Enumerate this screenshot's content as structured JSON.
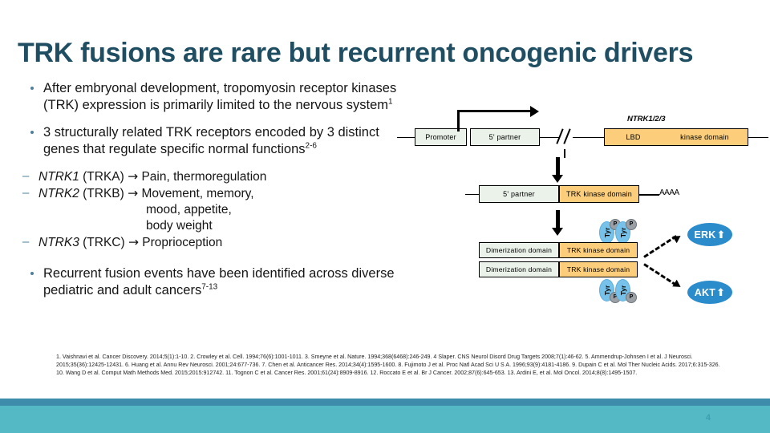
{
  "slide": {
    "title": "TRK fusions are rare but recurrent oncogenic drivers",
    "page_number": "4"
  },
  "colors": {
    "title": "#1F4E63",
    "bullet": "#4E7F9B",
    "box_green": "#EAF2EA",
    "box_orange": "#FCCE7C",
    "tyr_blue": "#77C2EA",
    "p_gray": "#9AA0A6",
    "pathway_blue": "#2B8CCB",
    "bar_dark": "#3D8CAB",
    "bar_light": "#54B9C5"
  },
  "body": {
    "bullet1": "After embryonal development, tropomyosin receptor kinases (TRK) expression is primarily limited to the nervous system",
    "bullet1_sup": "1",
    "bullet2": "3 structurally related TRK receptors encoded by 3 distinct genes that regulate specific normal functions",
    "bullet2_sup": "2-6",
    "sub_items": [
      {
        "gene": "NTRK1",
        "protein": "(TRKA)",
        "arrow": "→",
        "function": "Pain, thermoregulation"
      },
      {
        "gene": "NTRK2",
        "protein": "(TRKB)",
        "arrow": "→",
        "function": "Movement, memory,"
      },
      {
        "gene": "NTRK3",
        "protein": "(TRKC)",
        "arrow": "→",
        "function": "Proprioception"
      }
    ],
    "sub_continuation": [
      "mood, appetite,",
      "body weight"
    ],
    "bullet3": "Recurrent fusion events have been identified across diverse pediatric and adult cancers",
    "bullet3_sup": "7-13"
  },
  "diagram": {
    "gene_row": {
      "promoter": "Promoter",
      "five_prime_partner": "5' partner",
      "ntrk_label": "NTRK1/2/3",
      "lbd": "LBD",
      "kinase_domain": "kinase domain"
    },
    "transcript_row": {
      "five_prime_partner": "5' partner",
      "trk_kinase_domain": "TRK kinase domain",
      "polya": "AAAA"
    },
    "protein_rows": [
      {
        "dimerization": "Dimerization domain",
        "kinase": "TRK kinase domain"
      },
      {
        "dimerization": "Dimerization domain",
        "kinase": "TRK kinase domain"
      }
    ],
    "phospho": {
      "tyr": "Tyr",
      "p": "P"
    },
    "pathways": [
      {
        "name": "ERK",
        "trend": "⬆"
      },
      {
        "name": "AKT",
        "trend": "⬆"
      }
    ]
  },
  "references": {
    "text": "1. Vaishnavi et al. Cancer Discovery. 2014;5(1):1-10. 2. Crowley et al. Cell. 1994;76(6):1001-1011. 3. Smeyne et al. Nature. 1994;368(6468):246-249. 4 Slaper. CNS Neurol Disord Drug Targets 2008;7(1):46-62. 5. Ammendrup-Johnsen I et al. J Neurosci. 2015;35(36):12425-12431. 6. Huang et al. Annu Rev Neurosci. 2001;24:677-736. 7. Chen et al. Anticancer Res. 2014;34(4):1595-1600. 8. Fujimoto J et al. Proc Natl Acad Sci U S A. 1996;93(9):4181-4186. 9. Dupain C et al. Mol Ther Nucleic Acids. 2017;6:315-326. 10. Wang D et al. Comput Math Methods Med. 2015;2015:912742. 11. Tognon C et al. Cancer Res. 2001;61(24):8909-8916. 12. Roccato E et al. Br J Cancer. 2002;87(6):645-653. 13. Ardini E, et al. Mol Oncol. 2014;8(8):1495-1507."
  }
}
